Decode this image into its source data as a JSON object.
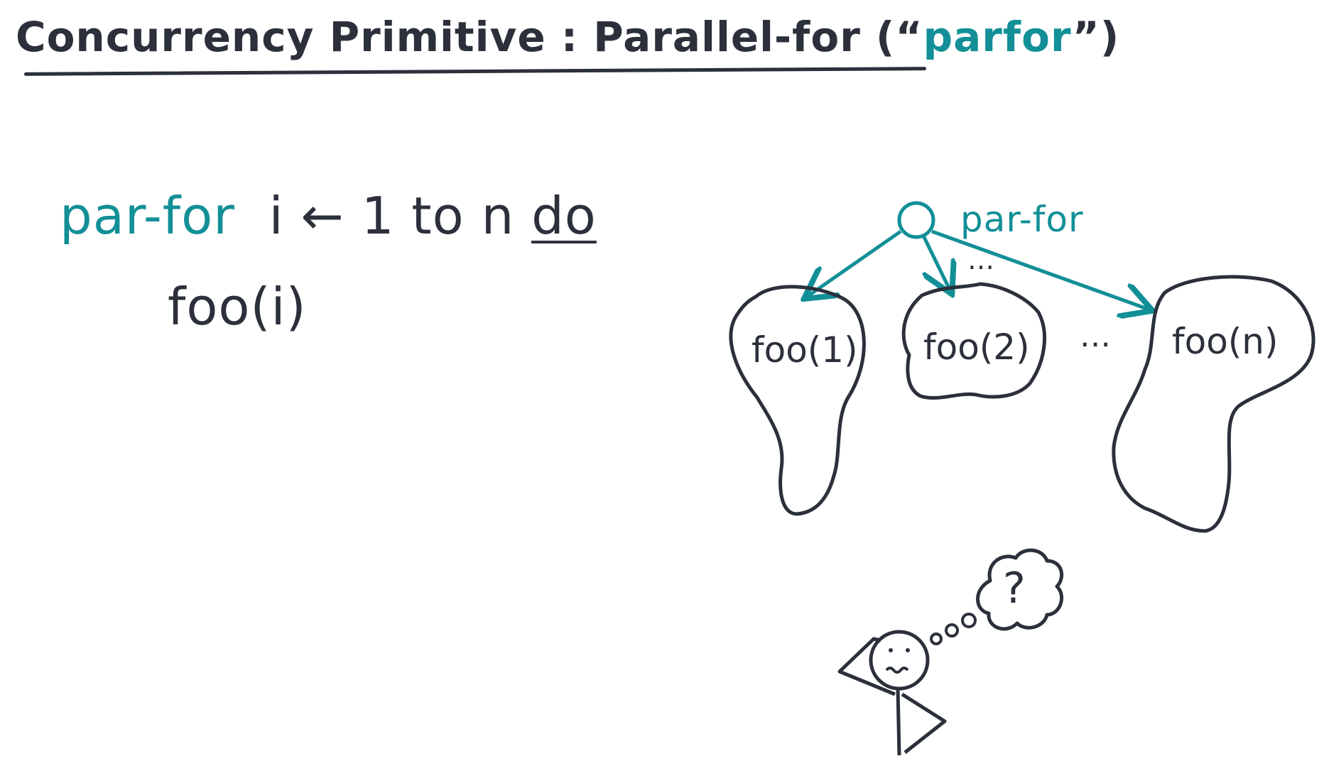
{
  "title": {
    "prefix": "Concurrency Primitive : Parallel-for (“",
    "highlight": "parfor",
    "suffix": "”)"
  },
  "code": {
    "keyword": "par-for",
    "loop_rest": "i ← 1 to n",
    "do_keyword": "do",
    "body": "foo(i)"
  },
  "tree": {
    "root_label": "par-for",
    "children": [
      "foo(1)",
      "foo(2)",
      "foo(n)"
    ],
    "ellipsis_between": "…",
    "ellipsis_arrows": "…"
  },
  "thought": {
    "symbol": "?"
  },
  "colors": {
    "ink": "#2b303b",
    "accent": "#128f97"
  }
}
